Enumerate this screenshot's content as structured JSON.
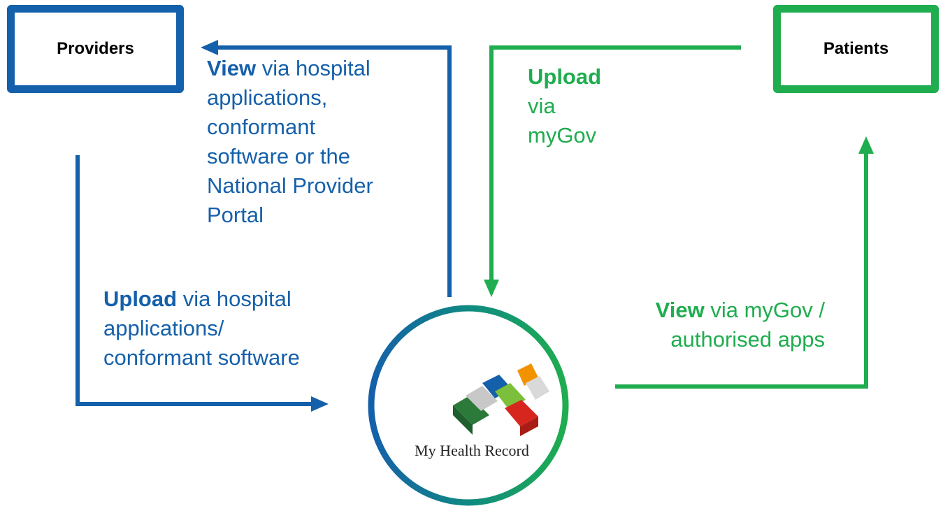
{
  "providers": {
    "label": "Providers"
  },
  "patients": {
    "label": "Patients"
  },
  "provider_view": {
    "verb": "View",
    "lines": [
      "via hospital",
      "applications,",
      "conformant",
      "software or the",
      "National Provider",
      "Portal"
    ]
  },
  "provider_upload": {
    "verb": "Upload",
    "lines": [
      "via hospital",
      "applications/",
      "conformant software"
    ]
  },
  "patient_upload": {
    "verb": "Upload",
    "lines": [
      "via",
      "myGov"
    ]
  },
  "patient_view": {
    "verb": "View",
    "lines": [
      "via myGov /",
      "authorised apps"
    ]
  },
  "logo": {
    "text": "My Health Record"
  },
  "colors": {
    "blue": "#1560aa",
    "green": "#1fad4f",
    "teal": "#0f8a82"
  },
  "icons": [
    "arrow-left-icon",
    "arrow-right-icon",
    "arrow-down-icon",
    "arrow-up-icon",
    "my-health-record-logo"
  ]
}
